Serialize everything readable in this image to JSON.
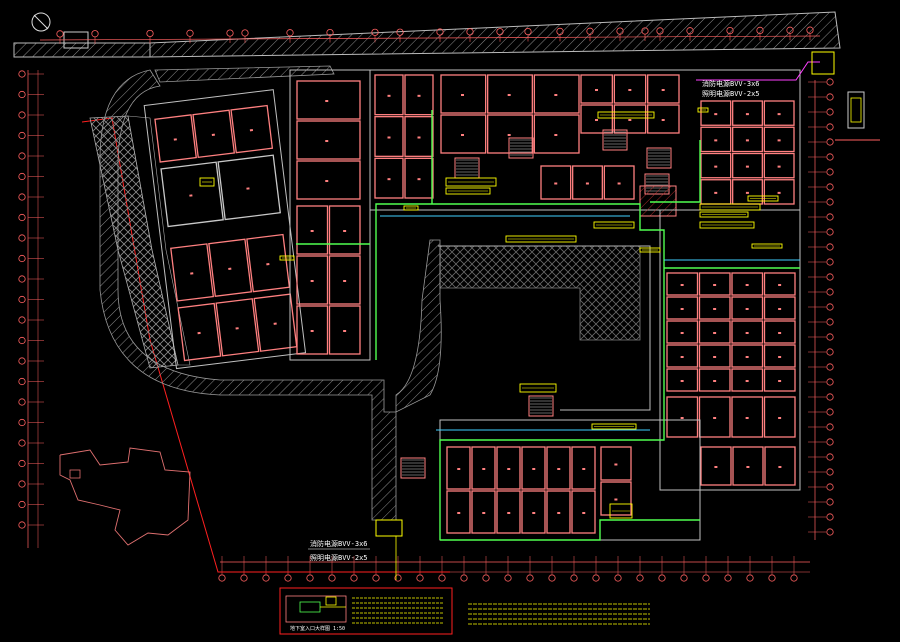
{
  "colors": {
    "background": "#000000",
    "wall": "#ff8080",
    "wall_fill": "#e86a6a",
    "axis": "#ff6060",
    "outline": "#c8c8c8",
    "hatch": "#9a9a9a",
    "green": "#50ff50",
    "yellow": "#ffff00",
    "cyan": "#40d0ff",
    "magenta": "#ff40ff",
    "red": "#ff2020",
    "white": "#ffffff"
  },
  "labels": {
    "cable_top_1": "消防电源BVV-3x6",
    "cable_top_2": "照明电源BVV-2x5",
    "cable_bottom_1": "消防电源BVV-3x6",
    "cable_bottom_2": "照明电源BVV-2x5",
    "legend_title": "地下室入口大样图 1:50"
  },
  "icons": {
    "north_arrow": "north-arrow-icon",
    "hatch_zone": "hatched-area-icon"
  }
}
